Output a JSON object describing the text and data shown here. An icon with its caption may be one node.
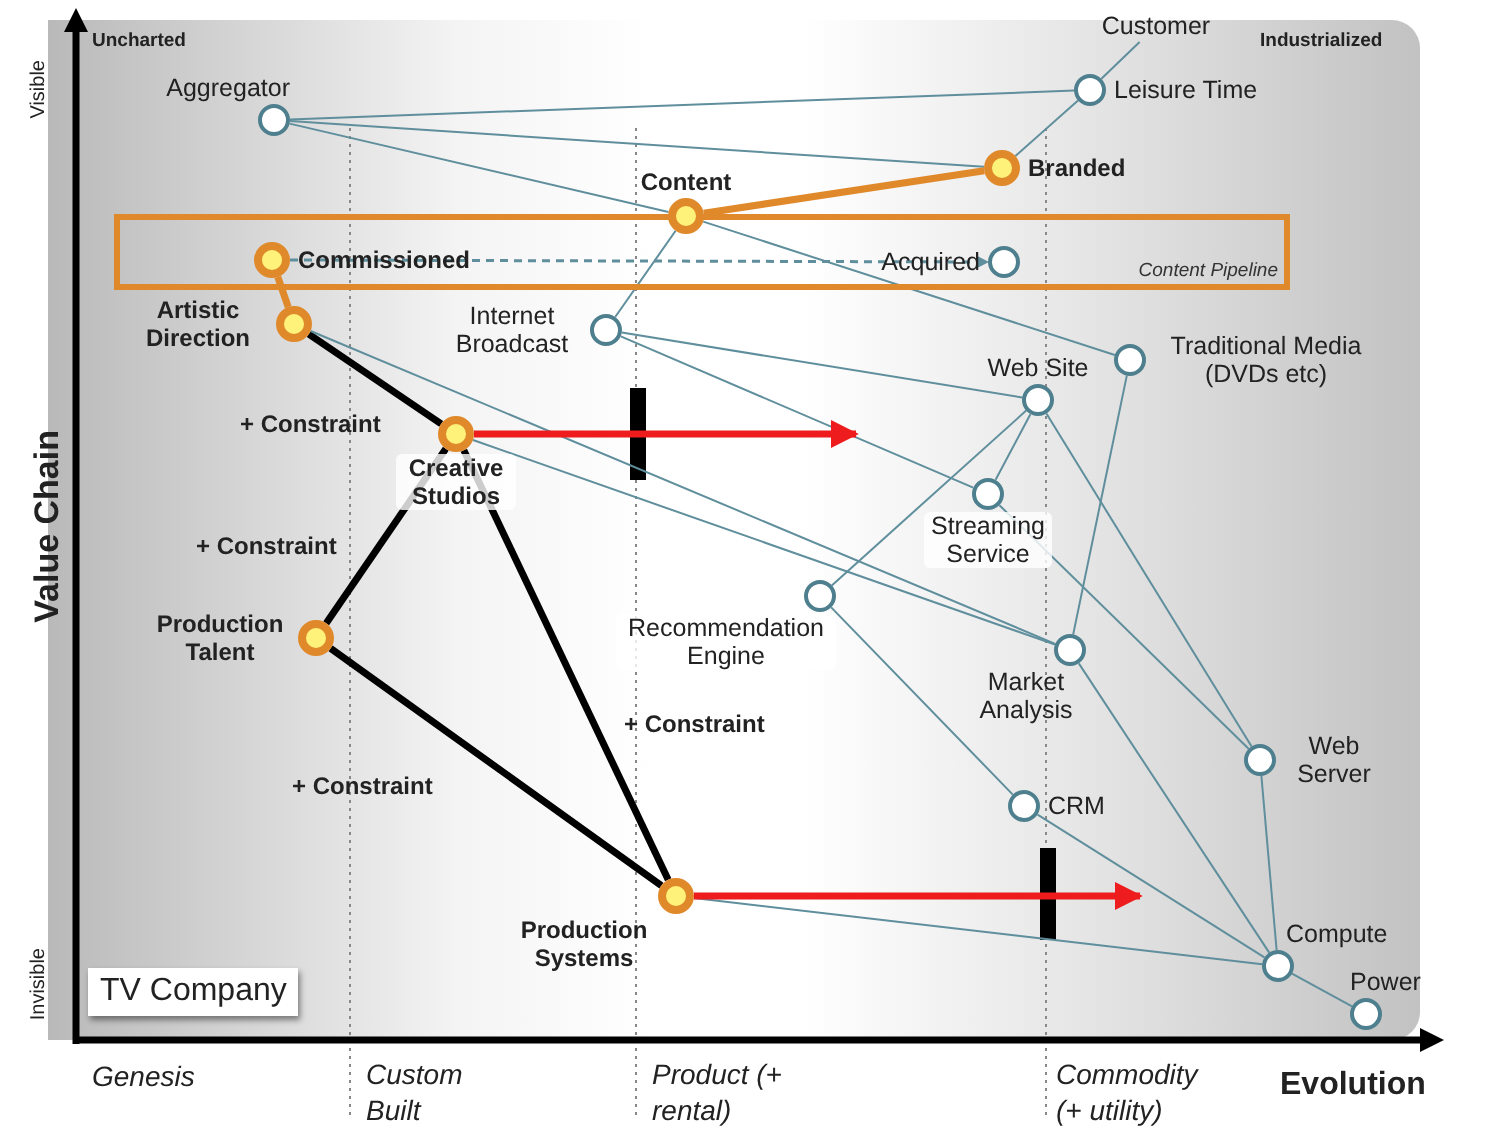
{
  "diagram": {
    "title": "TV Company",
    "nodes": [
      {
        "text": [
          "Customer"
        ]
      },
      {
        "text": [
          "Leisure Time"
        ]
      },
      {
        "text": [
          "Aggregator"
        ]
      },
      {
        "text": [
          "Content"
        ]
      },
      {
        "text": [
          "Branded"
        ]
      },
      {
        "text": [
          "Content Pipeline"
        ]
      },
      {
        "text": [
          "Commissioned"
        ],
        "in": 5
      },
      {
        "text": [
          "Acquired"
        ],
        "in": 5
      },
      {
        "text": [
          "Artistic Direction"
        ]
      },
      {
        "text": [
          "Internet Broadcast"
        ]
      },
      {
        "text": [
          "Traditional Media (DVDs etc)"
        ]
      },
      {
        "text": [
          "Web Site"
        ]
      },
      {
        "text": [
          "Creative Studios"
        ]
      },
      {
        "text": [
          "Streaming Service"
        ]
      },
      {
        "text": [
          "Recommendation Engine"
        ]
      },
      {
        "text": [
          "Production Talent"
        ]
      },
      {
        "text": [
          "Market Analysis"
        ]
      },
      {
        "text": [
          "Web Server"
        ]
      },
      {
        "text": [
          "CRM"
        ]
      },
      {
        "text": [
          "Production Systems"
        ]
      },
      {
        "text": [
          "Compute"
        ]
      },
      {
        "text": [
          "Power"
        ]
      }
    ],
    "edges": [
      {
        "from": 0,
        "to": 1,
        "arrow": "none"
      },
      {
        "from": 2,
        "to": 1,
        "arrow": "none"
      },
      {
        "from": 2,
        "to": 4,
        "arrow": "none"
      },
      {
        "from": 2,
        "to": 3,
        "arrow": "none"
      },
      {
        "from": 1,
        "to": 4,
        "arrow": "none"
      },
      {
        "from": 3,
        "to": 4,
        "arrow": "none",
        "style": "thick",
        "color": "#e0892b"
      },
      {
        "from": 3,
        "to": 10,
        "arrow": "none"
      },
      {
        "from": 3,
        "to": 9,
        "arrow": "none"
      },
      {
        "from": 6,
        "to": 7,
        "arrow": "to",
        "style": "dashed"
      },
      {
        "from": 6,
        "to": 8,
        "arrow": "none",
        "style": "thick",
        "color": "#e0892b"
      },
      {
        "from": 8,
        "to": 12,
        "arrow": "none",
        "style": "thick",
        "color": "#000000",
        "label": "+ Constraint"
      },
      {
        "from": 12,
        "to": 15,
        "arrow": "none",
        "style": "thick",
        "color": "#000000",
        "label": "+ Constraint"
      },
      {
        "from": 12,
        "to": 19,
        "arrow": "none",
        "style": "thick",
        "color": "#000000",
        "label": "+ Constraint"
      },
      {
        "from": 15,
        "to": 19,
        "arrow": "none",
        "style": "thick",
        "color": "#000000",
        "label": "+ Constraint"
      },
      {
        "from": 8,
        "to": 16,
        "arrow": "none"
      },
      {
        "from": 12,
        "to": 16,
        "arrow": "none"
      },
      {
        "from": 9,
        "to": 11,
        "arrow": "none"
      },
      {
        "from": 9,
        "to": 13,
        "arrow": "none"
      },
      {
        "from": 11,
        "to": 14,
        "arrow": "none"
      },
      {
        "from": 11,
        "to": 13,
        "arrow": "none"
      },
      {
        "from": 11,
        "to": 17,
        "arrow": "none"
      },
      {
        "from": 13,
        "to": 17,
        "arrow": "none"
      },
      {
        "from": 10,
        "to": 16,
        "arrow": "none"
      },
      {
        "from": 14,
        "to": 18,
        "arrow": "none"
      },
      {
        "from": 16,
        "to": 20,
        "arrow": "none"
      },
      {
        "from": 17,
        "to": 20,
        "arrow": "none"
      },
      {
        "from": 18,
        "to": 20,
        "arrow": "none"
      },
      {
        "from": 19,
        "to": 20,
        "arrow": "none"
      },
      {
        "from": 20,
        "to": 21,
        "arrow": "none"
      },
      {
        "from": 12,
        "to": null,
        "arrow": "to",
        "style": "thick",
        "color": "#ee1c1c"
      },
      {
        "from": 19,
        "to": null,
        "arrow": "to",
        "style": "thick",
        "color": "#ee1c1c"
      }
    ],
    "labels": [
      "Visible",
      "Uncharted",
      "Industrialized",
      "Value Chain",
      "Invisible",
      "Genesis",
      "Custom Built",
      "Product (+ rental)",
      "Commodity (+ utility)",
      "Evolution"
    ]
  }
}
